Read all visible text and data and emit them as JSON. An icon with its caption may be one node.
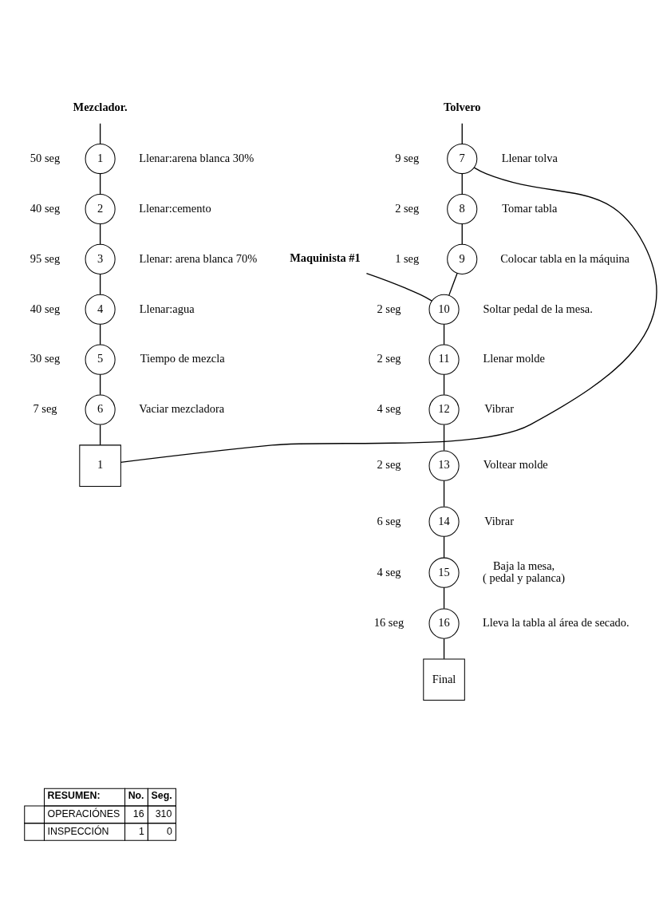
{
  "diagram": {
    "nodes": [
      {
        "text": [
          "Mezclador."
        ]
      },
      {
        "text": [
          "Tolvero"
        ]
      },
      {
        "text": [
          "1"
        ],
        "beside": [
          "50 seg",
          "Llenar:arena blanca 30%"
        ]
      },
      {
        "text": [
          "2"
        ],
        "beside": [
          "40 seg",
          "Llenar:cemento"
        ]
      },
      {
        "text": [
          "3"
        ],
        "beside": [
          "95 seg",
          "Llenar: arena blanca 70%"
        ]
      },
      {
        "text": [
          "4"
        ],
        "beside": [
          "40 seg",
          "Llenar:agua"
        ]
      },
      {
        "text": [
          "5"
        ],
        "beside": [
          "30 seg",
          "Tiempo de mezcla"
        ]
      },
      {
        "text": [
          "6"
        ],
        "beside": [
          "7 seg",
          "Vaciar mezcladora"
        ]
      },
      {
        "text": [
          "1"
        ]
      },
      {
        "text": [
          "7"
        ],
        "beside": [
          "9 seg",
          "Llenar tolva"
        ]
      },
      {
        "text": [
          "8"
        ],
        "beside": [
          "2 seg",
          "Tomar tabla"
        ]
      },
      {
        "text": [
          "9"
        ],
        "beside": [
          "1 seg",
          "Colocar tabla en la máquina"
        ]
      },
      {
        "text": [
          "Maquinista #1"
        ]
      },
      {
        "text": [
          "10"
        ],
        "beside": [
          "2 seg",
          "Soltar pedal de la mesa."
        ]
      },
      {
        "text": [
          "11"
        ],
        "beside": [
          "2 seg",
          "Llenar molde"
        ]
      },
      {
        "text": [
          "12"
        ],
        "beside": [
          "4 seg",
          "Vibrar"
        ]
      },
      {
        "text": [
          "13"
        ],
        "beside": [
          "2 seg",
          "Voltear molde"
        ]
      },
      {
        "text": [
          "14"
        ],
        "beside": [
          "6 seg",
          "Vibrar"
        ]
      },
      {
        "text": [
          "15"
        ],
        "beside": [
          "4 seg",
          "Baja la mesa, ( pedal y palanca)"
        ]
      },
      {
        "text": [
          "16"
        ],
        "beside": [
          "16 seg",
          "Lleva la tabla al área de secado."
        ]
      },
      {
        "text": [
          "Final"
        ]
      }
    ],
    "edges": [
      {
        "from": 0,
        "to": 2,
        "arrow": "none"
      },
      {
        "from": 2,
        "to": 3,
        "arrow": "none"
      },
      {
        "from": 3,
        "to": 4,
        "arrow": "none"
      },
      {
        "from": 4,
        "to": 5,
        "arrow": "none"
      },
      {
        "from": 5,
        "to": 6,
        "arrow": "none"
      },
      {
        "from": 6,
        "to": 7,
        "arrow": "none"
      },
      {
        "from": 7,
        "to": 8,
        "arrow": "none"
      },
      {
        "from": 8,
        "to": 9,
        "arrow": "none"
      },
      {
        "from": 1,
        "to": 9,
        "arrow": "none"
      },
      {
        "from": 9,
        "to": 10,
        "arrow": "none"
      },
      {
        "from": 10,
        "to": 11,
        "arrow": "none"
      },
      {
        "from": 11,
        "to": 13,
        "arrow": "none"
      },
      {
        "from": 12,
        "to": 13,
        "arrow": "none"
      },
      {
        "from": 13,
        "to": 14,
        "arrow": "none"
      },
      {
        "from": 14,
        "to": 15,
        "arrow": "none"
      },
      {
        "from": 15,
        "to": 16,
        "arrow": "none"
      },
      {
        "from": 16,
        "to": 17,
        "arrow": "none"
      },
      {
        "from": 17,
        "to": 18,
        "arrow": "none"
      },
      {
        "from": 18,
        "to": 19,
        "arrow": "none"
      },
      {
        "from": 19,
        "to": 20,
        "arrow": "none"
      }
    ],
    "labels": [
      "RESUMEN:",
      "No.",
      "Seg.",
      "OPERACIÓNES",
      "16",
      "310",
      "INSPECCIÓN",
      "1",
      "0"
    ]
  }
}
